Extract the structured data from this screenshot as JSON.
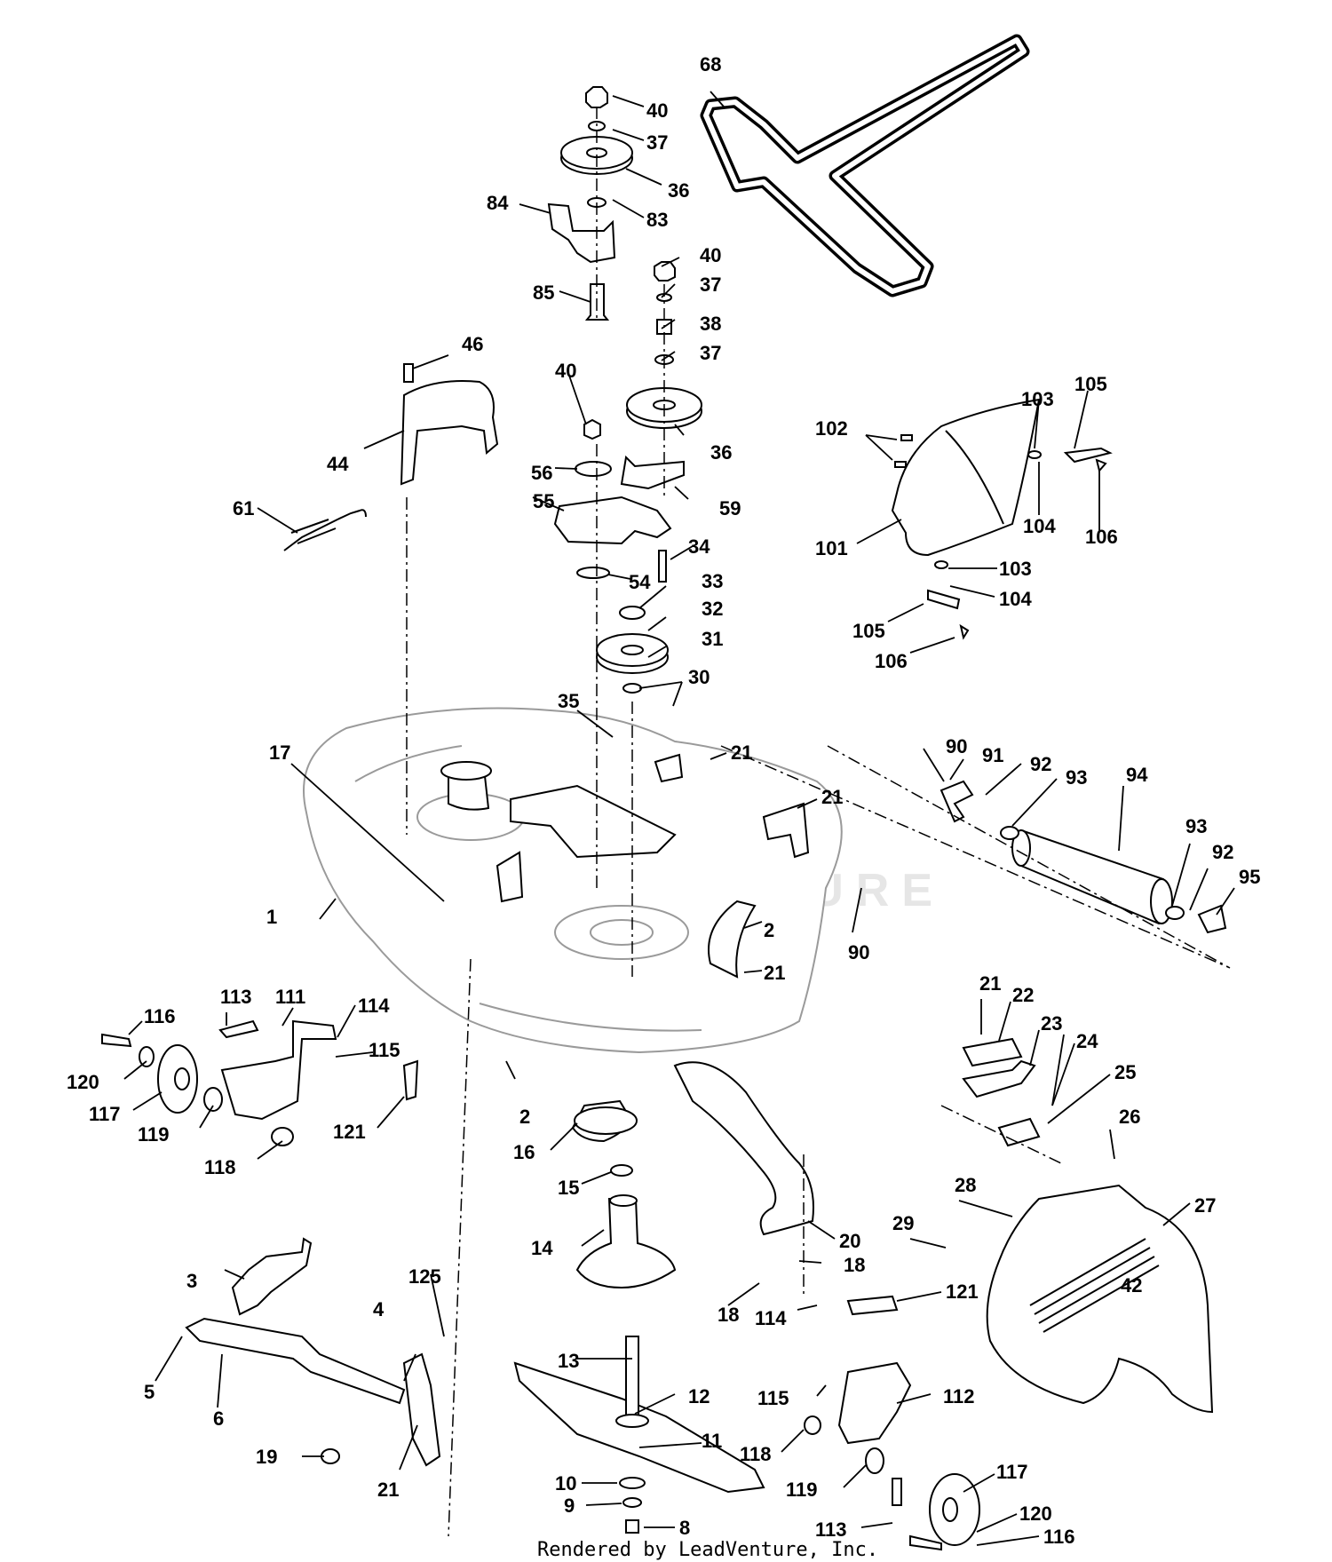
{
  "diagram": {
    "watermark": "LEADVENTURE",
    "footer": "Rendered by LeadVenture, Inc.",
    "callouts": [
      "68",
      "40",
      "37",
      "36",
      "84",
      "83",
      "40",
      "37",
      "85",
      "38",
      "37",
      "46",
      "40",
      "36",
      "44",
      "56",
      "59",
      "55",
      "102",
      "103",
      "105",
      "61",
      "34",
      "101",
      "104",
      "106",
      "54",
      "33",
      "103",
      "104",
      "32",
      "105",
      "31",
      "106",
      "35",
      "30",
      "17",
      "21",
      "90",
      "91",
      "92",
      "93",
      "94",
      "21",
      "1",
      "93",
      "92",
      "95",
      "90",
      "2",
      "21",
      "21",
      "22",
      "113",
      "111",
      "116",
      "114",
      "23",
      "24",
      "115",
      "120",
      "25",
      "117",
      "119",
      "121",
      "2",
      "26",
      "118",
      "16",
      "15",
      "20",
      "28",
      "27",
      "29",
      "18",
      "14",
      "3",
      "18",
      "125",
      "121",
      "114",
      "4",
      "5",
      "13",
      "12",
      "115",
      "112",
      "6",
      "11",
      "118",
      "19",
      "21",
      "10",
      "117",
      "119",
      "9",
      "120",
      "113",
      "8",
      "116"
    ]
  }
}
